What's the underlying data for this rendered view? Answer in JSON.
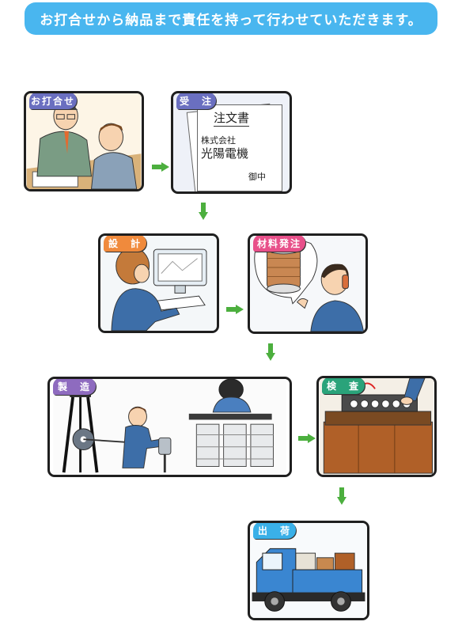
{
  "header": {
    "banner_text": "お打合せから納品まで責任を持って行わせていただきます。"
  },
  "steps": [
    {
      "label": "お打合せ",
      "color": "#6a6fc0"
    },
    {
      "label": "受　注",
      "color": "#6a6fc0"
    },
    {
      "label": "設　計",
      "color": "#f08a3c"
    },
    {
      "label": "材料発注",
      "color": "#e8508a"
    },
    {
      "label": "製　造",
      "color": "#8e6bbf"
    },
    {
      "label": "検　査",
      "color": "#2aa37a"
    },
    {
      "label": "出　荷",
      "color": "#3ab0e8"
    }
  ],
  "order_form": {
    "title": "注文書",
    "company_line1": "株式会社",
    "company_line2": "光陽電機",
    "honorific": "御中"
  },
  "colors": {
    "arrow": "#4caf3e",
    "panel_border": "#1f1f1f",
    "banner": "#49b6ef"
  }
}
